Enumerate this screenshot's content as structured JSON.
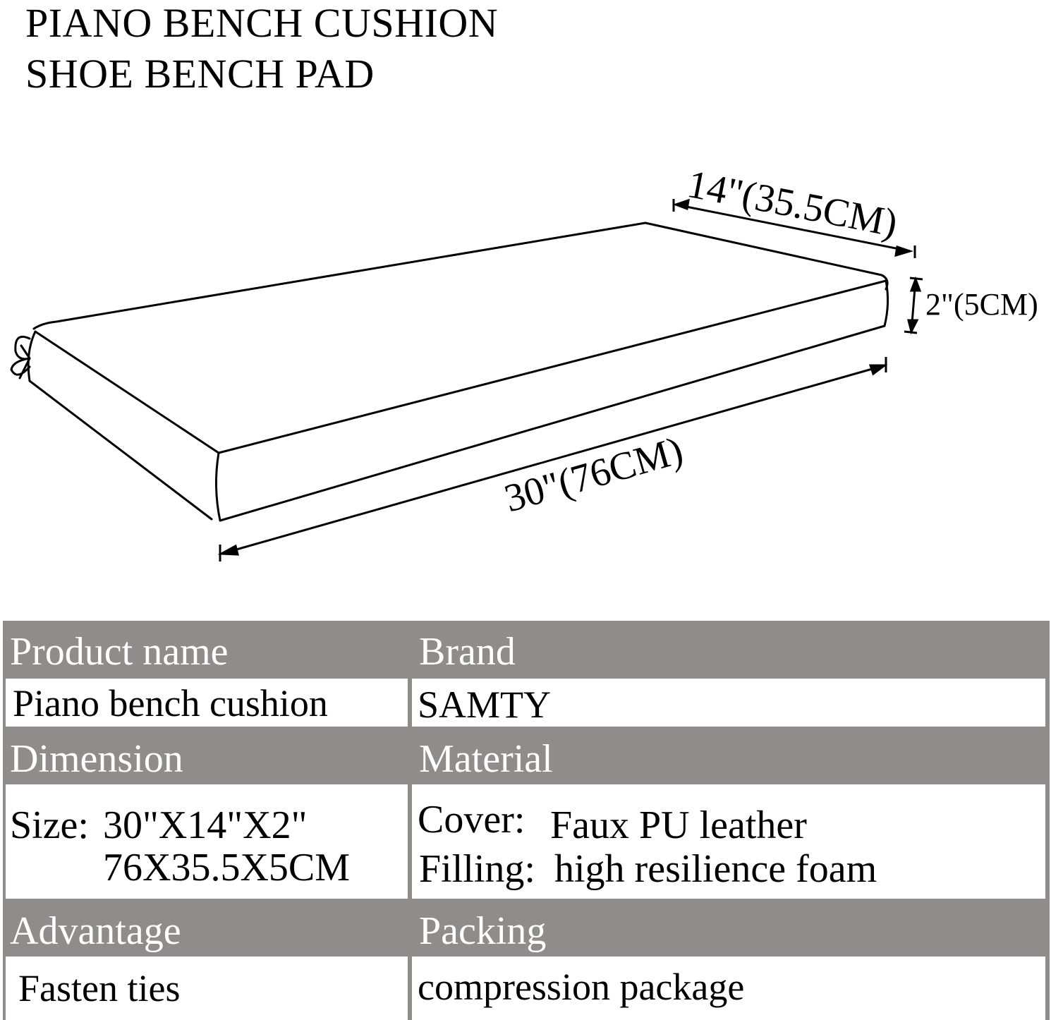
{
  "title": {
    "line1": "PIANO BENCH CUSHION",
    "line2": "SHOE BENCH PAD"
  },
  "diagram": {
    "width_label": "14\"(35.5CM)",
    "height_label": "2\"(5CM)",
    "length_label": "30\"(76CM)"
  },
  "table": {
    "colors": {
      "header_bg": "#908c8b",
      "header_text": "#ffffff",
      "cell_bg": "#ffffff"
    },
    "rows": [
      {
        "h1": "Product name",
        "h2": "Brand",
        "v1": "Piano bench cushion",
        "v2": "SAMTY"
      },
      {
        "h1": "Dimension",
        "h2": "Material"
      },
      {
        "h1": "Advantage",
        "h2": "Packing",
        "v1": "Fasten ties",
        "v2": "compression package"
      }
    ],
    "dimension": {
      "size_label": "Size:",
      "inch": "30\"X14\"X2\"",
      "cm": "76X35.5X5CM"
    },
    "material": {
      "cover_label": "Cover:",
      "cover_value": "Faux PU leather",
      "filling_label": "Filling:",
      "filling_value": "high resilience foam"
    }
  }
}
